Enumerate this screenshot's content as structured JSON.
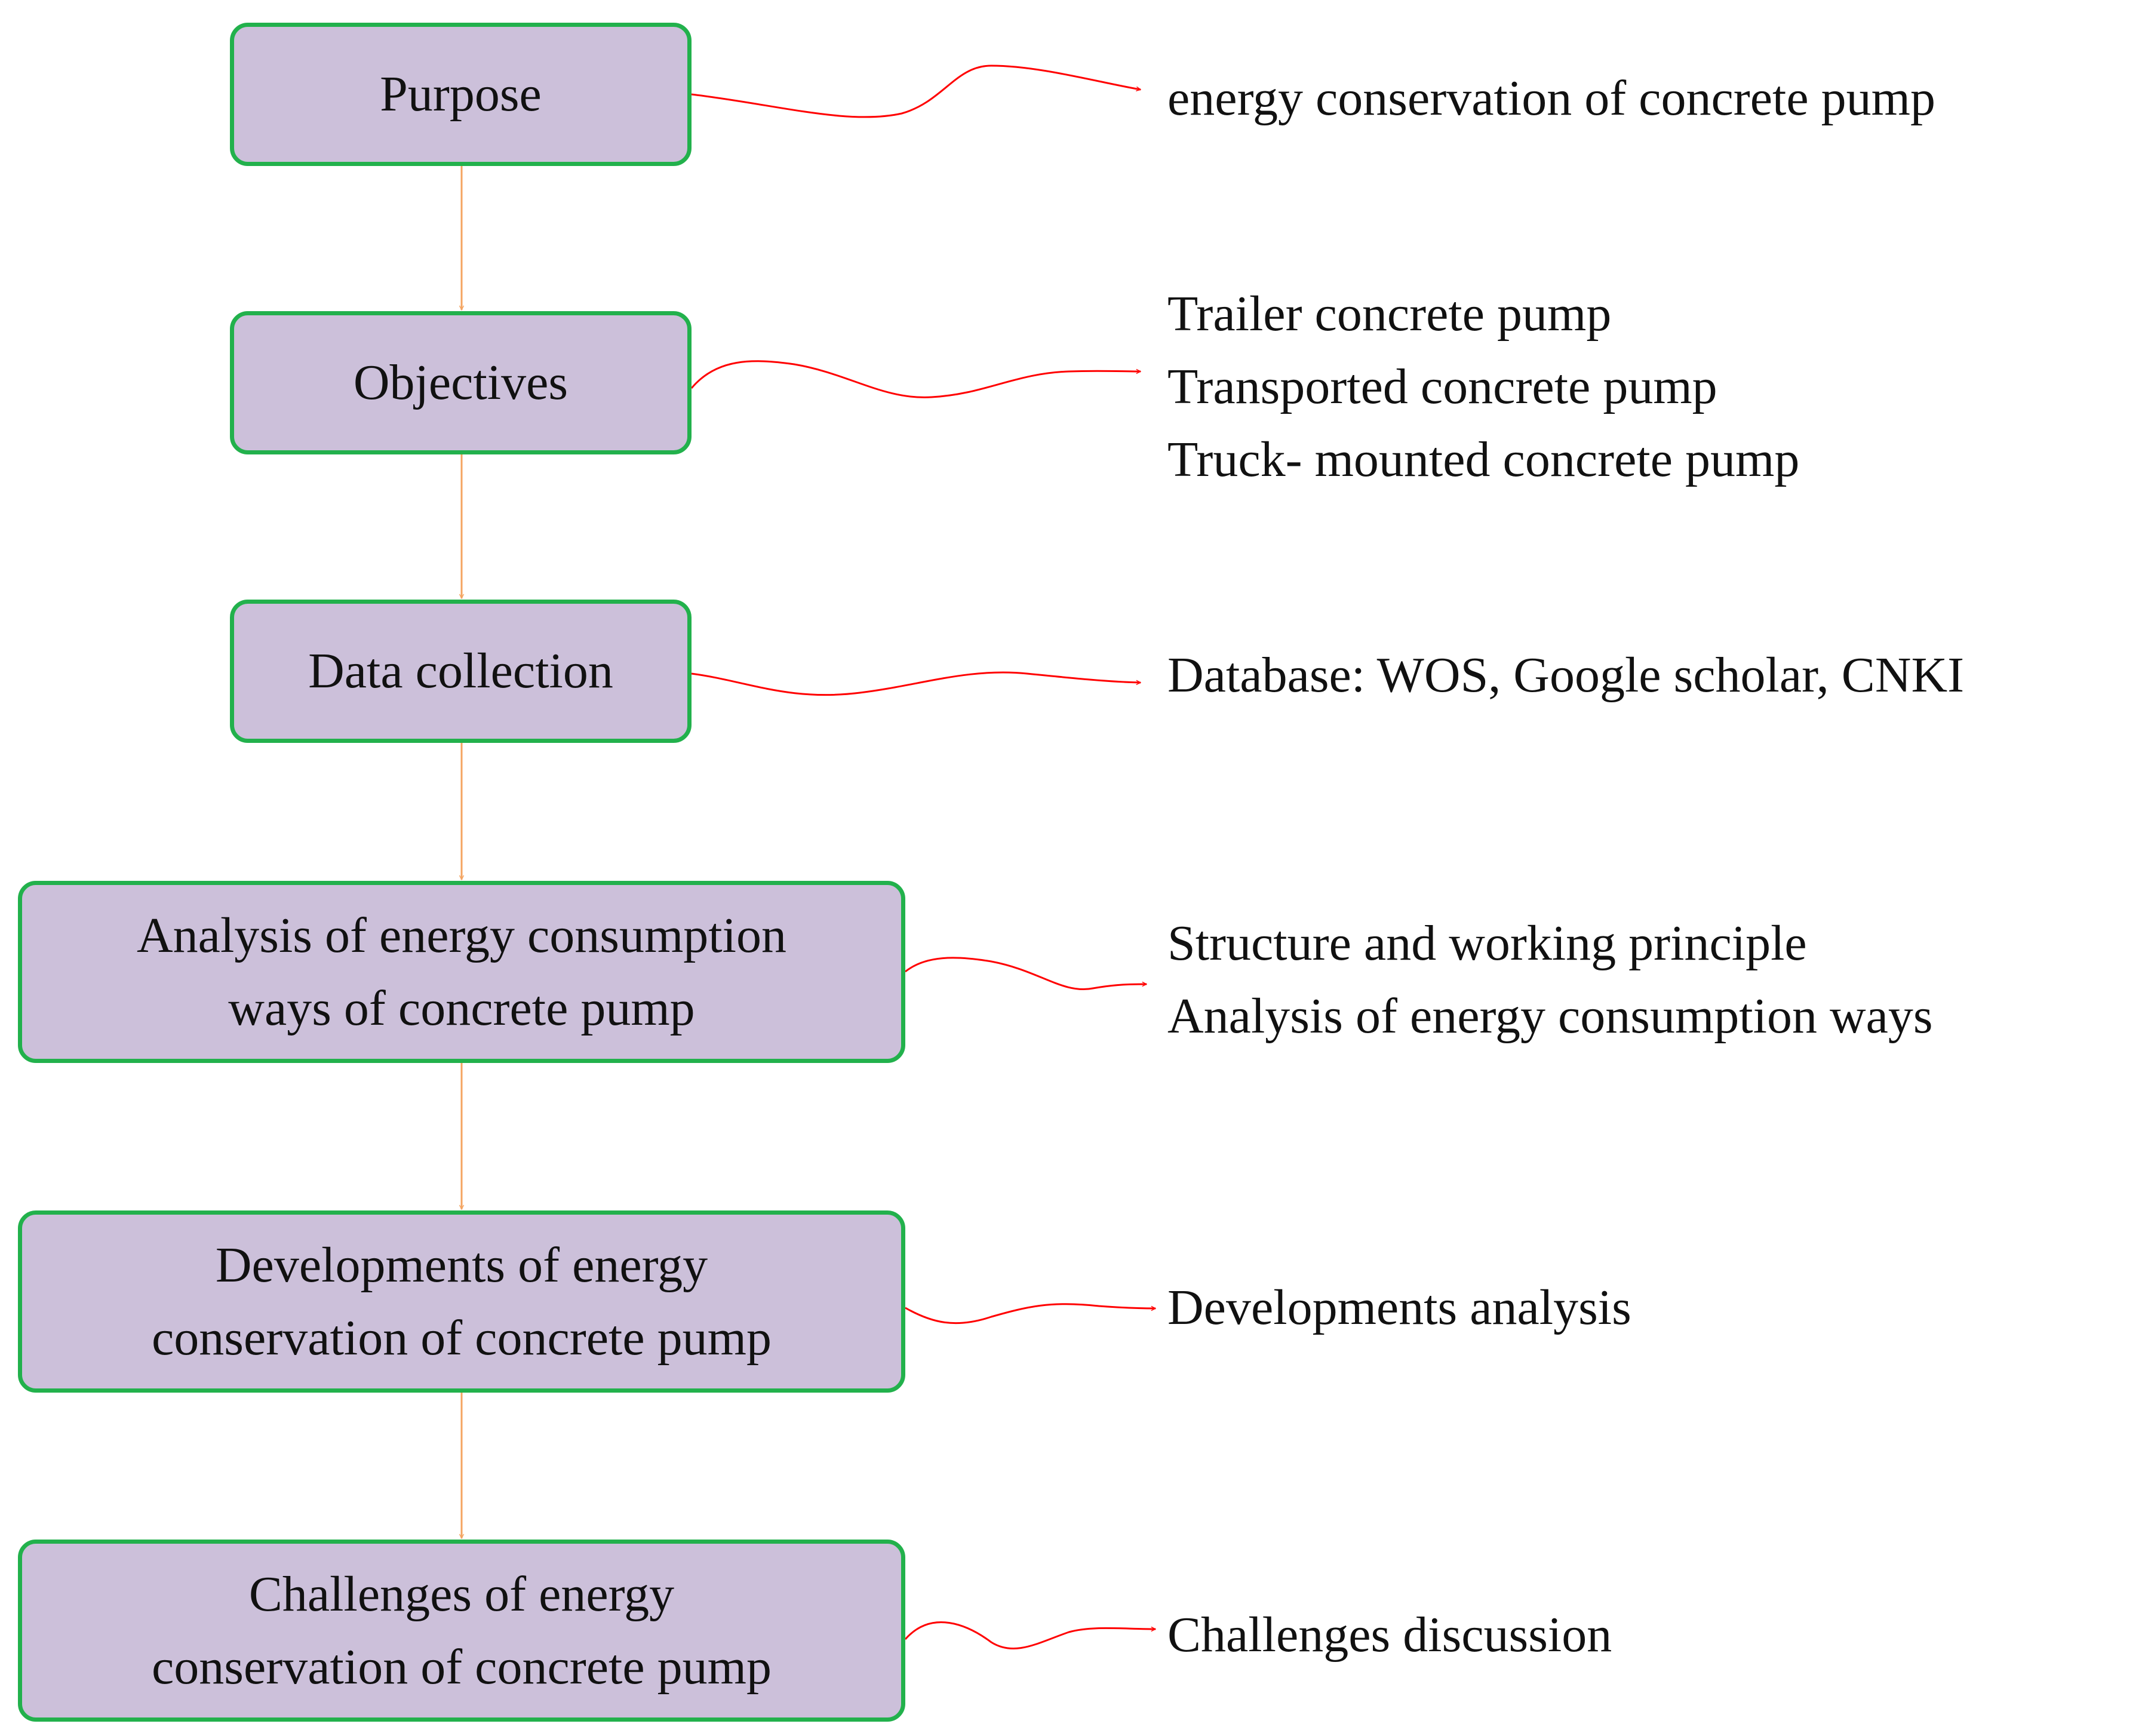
{
  "colors": {
    "box_fill": "#ccc0da",
    "box_border": "#22b14c",
    "flow_arrow": "#f4a460",
    "branch_arrow": "#ff0000",
    "text": "#111111"
  },
  "steps": [
    {
      "id": "purpose",
      "box_lines": [
        "Purpose"
      ],
      "detail_lines": [
        "energy  conservation  of concrete  pump"
      ]
    },
    {
      "id": "objectives",
      "box_lines": [
        "Objectives"
      ],
      "detail_lines": [
        "Trailer concrete  pump",
        "Transported  concrete  pump",
        "Truck-  mounted  concrete  pump"
      ]
    },
    {
      "id": "data-collection",
      "box_lines": [
        "Data collection"
      ],
      "detail_lines": [
        "Database: WOS, Google scholar, CNKI"
      ]
    },
    {
      "id": "analysis",
      "box_lines": [
        "Analysis  of energy  consumption",
        "ways of concrete pump"
      ],
      "detail_lines": [
        "Structure  and working principle",
        "Analysis  of energy  consumption  ways"
      ]
    },
    {
      "id": "developments",
      "box_lines": [
        "Developments  of energy",
        "conservation  of concrete  pump"
      ],
      "detail_lines": [
        "Developments   analysis"
      ]
    },
    {
      "id": "challenges",
      "box_lines": [
        "Challenges  of energy",
        "conservation  of concrete  pump"
      ],
      "detail_lines": [
        "Challenges   discussion"
      ]
    }
  ]
}
